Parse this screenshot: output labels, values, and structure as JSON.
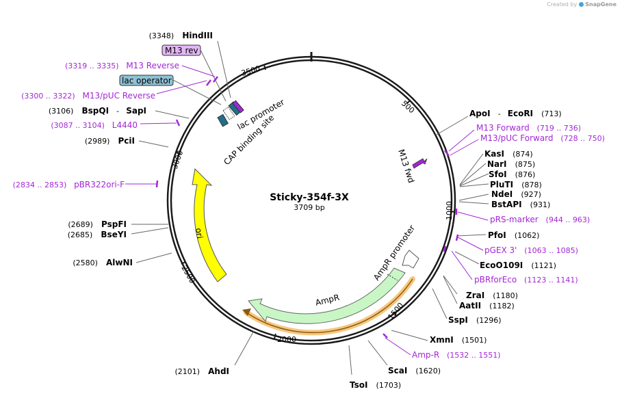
{
  "credit": {
    "prefix": "Created by",
    "brand": "SnapGene"
  },
  "plasmid": {
    "name": "Sticky-354f-3X",
    "length": "3709 bp"
  },
  "ticks": [
    "500",
    "1000",
    "1500",
    "2000",
    "2500",
    "3000",
    "3500"
  ],
  "features": {
    "lac_operator": "lac operator",
    "m13_rev": "M13 rev",
    "lac_promoter": "lac promoter",
    "cap_site": "CAP binding site",
    "m13_fwd": "M13 fwd",
    "ori": "ori",
    "ampr": "AmpR",
    "ampr_promoter": "AmpR promoter"
  },
  "sites": {
    "hindiii": {
      "pos": "(3348)",
      "name": "HindIII"
    },
    "bspqi": {
      "pos": "(3106)",
      "name": "BspQI",
      "sep": "-",
      "name2": "SapI"
    },
    "pcii": {
      "pos": "(2989)",
      "name": "PciI"
    },
    "pspfi": {
      "pos": "(2689)",
      "name": "PspFI"
    },
    "bseyi": {
      "pos": "(2685)",
      "name": "BseYI"
    },
    "alwni": {
      "pos": "(2580)",
      "name": "AlwNI"
    },
    "ahdi": {
      "pos": "(2101)",
      "name": "AhdI"
    },
    "tsoi": {
      "name": "TsoI",
      "pos": "(1703)"
    },
    "scai": {
      "name": "ScaI",
      "pos": "(1620)"
    },
    "xmni": {
      "name": "XmnI",
      "pos": "(1501)"
    },
    "sspi": {
      "name": "SspI",
      "pos": "(1296)"
    },
    "aatii": {
      "name": "AatII",
      "pos": "(1182)"
    },
    "zrai": {
      "name": "ZraI",
      "pos": "(1180)"
    },
    "ecoo109i": {
      "name": "EcoO109I",
      "pos": "(1121)"
    },
    "pfoi": {
      "name": "PfoI",
      "pos": "(1062)"
    },
    "bstapi": {
      "name": "BstAPI",
      "pos": "(931)"
    },
    "ndei": {
      "name": "NdeI",
      "pos": "(927)"
    },
    "pluti": {
      "name": "PluTI",
      "pos": "(878)"
    },
    "sfoi": {
      "name": "SfoI",
      "pos": "(876)"
    },
    "nari": {
      "name": "NarI",
      "pos": "(875)"
    },
    "kasi": {
      "name": "KasI",
      "pos": "(874)"
    },
    "apoi": {
      "name": "ApoI",
      "sep": "-",
      "name2": "EcoRI",
      "pos": "(713)"
    }
  },
  "primers": {
    "m13_reverse": {
      "range": "(3319 .. 3335)",
      "name": "M13 Reverse"
    },
    "m13puc_reverse": {
      "range": "(3300 .. 3322)",
      "name": "M13/pUC Reverse"
    },
    "l4440": {
      "range": "(3087 .. 3104)",
      "name": "L4440"
    },
    "pbr322ori": {
      "range": "(2834 .. 2853)",
      "name": "pBR322ori-F"
    },
    "m13_forward": {
      "name": "M13 Forward",
      "range": "(719 .. 736)"
    },
    "m13puc_forward": {
      "name": "M13/pUC Forward",
      "range": "(728 .. 750)"
    },
    "prs_marker": {
      "name": "pRS-marker",
      "range": "(944 .. 963)"
    },
    "pgex3": {
      "name": "pGEX 3'",
      "range": "(1063 .. 1085)"
    },
    "pbrforeco": {
      "name": "pBRforEco",
      "range": "(1123 .. 1141)"
    },
    "amp_r": {
      "name": "Amp-R",
      "range": "(1532 .. 1551)"
    }
  },
  "colors": {
    "backbone": "#1a1a1a",
    "primer": "#a326d6",
    "ori": "#ffff00",
    "ampr": "#c8f7c5",
    "promoter": "#ffffff",
    "lac_operator": "#8fc1d4",
    "m13_box": "#e3b6f5",
    "orf_highlight": "#f6c77e"
  }
}
